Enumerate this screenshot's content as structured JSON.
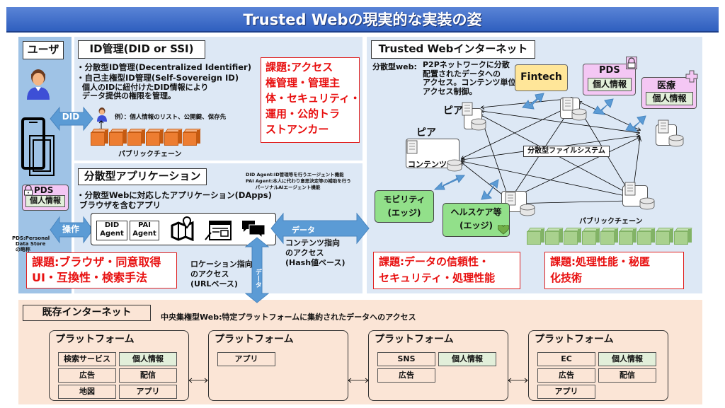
{
  "title": "Trusted Webの現実的な実装の姿",
  "user_panel": {
    "heading": "ユーザ",
    "did_arrow": "DID",
    "pds_title": "PDS",
    "pds_info": "個人情報",
    "operate_arrow": "操作",
    "pds_note": "PDS:Personal\n  Data Store\n  の略称"
  },
  "id_panel": {
    "heading": "ID管理(DID or SSI)",
    "bullet1": "・分散型ID管理(Decentralized Identifier)",
    "bullet2": "・自己主権型ID管理(Self-Sovereign ID)",
    "desc": "個人のIDに紐付けたDID情報により\nデータ提供の権限を管理。",
    "example": "例）：個人情報のリスト、公開鍵、保存先",
    "chain_label": "パブリックチェーン",
    "issue": "課題:アクセス\n権管理・管理主\n体・セキュリティ・\n運用・公的トラ\nストアンカー"
  },
  "app_panel": {
    "heading": "分散型アプリケーション",
    "note1": "DID Agent:ID管理等を行うエージェント機能",
    "note2": "PAI Agent:本人に代わり意思決定等の補助を行う\n      パーソナルAIエージェント機能",
    "bullet": "・分散型Webに対応したアプリケーション(DApps)\n ブラウザを含むアプリ",
    "did_agent": "DID\nAgent",
    "pai_agent": "PAI\nAgent",
    "data_arrow": "データ",
    "content_access": "コンテンツ指向\nのアクセス\n(Hash値ベース)",
    "location_access": "ロケーション指向\nのアクセス\n(URLベース)",
    "vertical_data": "データ",
    "issue": "課題:ブラウザ・同意取得\nUI・互換性・検索手法"
  },
  "tw_panel": {
    "heading": "Trusted Webインターネット",
    "desc_label": "分散型web:",
    "desc": "P2Pネットワークに分散\n配置されたデータへの\nアクセス。コンテンツ単位\nアクセス制御。",
    "fintech": "Fintech",
    "pds_title": "PDS",
    "pds_info": "個人情報",
    "medical_title": "医療",
    "medical_info": "個人情報",
    "peer1": "ピア",
    "peer2": "ピア",
    "contents": "コンテンツ",
    "filesystem": "分散型ファイルシステム",
    "mobility": "モビリティ\n(エッジ)",
    "healthcare": "ヘルスケア等\n(エッジ)",
    "chain_label": "パブリックチェーン",
    "issue1": "課題:データの信頼性・\nセキュリティ・処理性能",
    "issue2": "課題:処理性能・秘匿\n化技術"
  },
  "existing_panel": {
    "heading": "既存インターネット",
    "desc": "中央集権型Web:特定プラットフォームに集約されたデータへのアクセス",
    "platforms": [
      {
        "title": "プラットフォーム",
        "cells": [
          {
            "label": "検索サービス",
            "green": false
          },
          {
            "label": "個人情報",
            "green": true
          },
          {
            "label": "広告",
            "green": false
          },
          {
            "label": "配信",
            "green": false
          },
          {
            "label": "地図",
            "green": false
          },
          {
            "label": "アプリ",
            "green": false
          }
        ]
      },
      {
        "title": "プラットフォーム",
        "cells": [
          {
            "label": "アプリ",
            "green": false
          }
        ]
      },
      {
        "title": "プラットフォーム",
        "cells": [
          {
            "label": "SNS",
            "green": false
          },
          {
            "label": "個人情報",
            "green": true
          },
          {
            "label": "広告",
            "green": false
          }
        ]
      },
      {
        "title": "プラットフォーム",
        "cells": [
          {
            "label": "EC",
            "green": false
          },
          {
            "label": "個人情報",
            "green": true
          },
          {
            "label": "広告",
            "green": false
          },
          {
            "label": "配信",
            "green": false
          },
          {
            "label": "アプリ",
            "green": false
          }
        ]
      }
    ]
  },
  "colors": {
    "title_bar": "#2f5fbf",
    "panel_blue": "#dde8f5",
    "user_panel": "#9fc3e6",
    "existing_bg": "#fbe5d6",
    "issue_red": "#e81010",
    "arrow_blue": "#5b9bd5",
    "chain_orange": "#ed7d31",
    "chain_green": "#a9d18e",
    "pds_pink": "#f4c7f4",
    "edge_green": "#92e08a",
    "fintech_yellow": "#ffe699"
  }
}
